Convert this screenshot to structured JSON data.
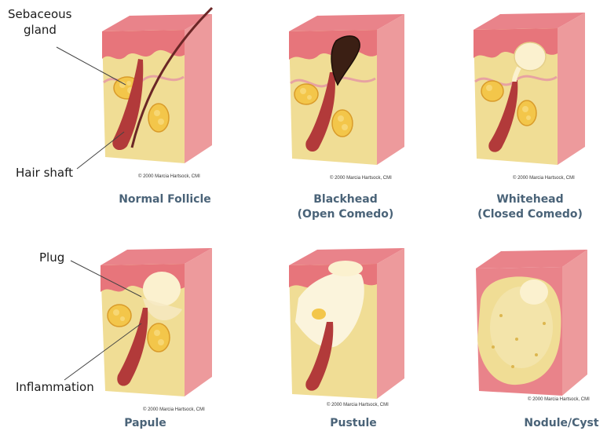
{
  "panels": [
    {
      "id": "normal-follicle",
      "caption_lines": [
        "Normal Follicle"
      ],
      "copyright": "© 2000  Marcia Hartsock, CMI"
    },
    {
      "id": "blackhead",
      "caption_lines": [
        "Blackhead",
        "(Open Comedo)"
      ],
      "copyright": "© 2000  Marcia Hartsock, CMI"
    },
    {
      "id": "whitehead",
      "caption_lines": [
        "Whitehead",
        "(Closed Comedo)"
      ],
      "copyright": "© 2000  Marcia Hartsock, CMI"
    },
    {
      "id": "papule",
      "caption_lines": [
        "Papule"
      ],
      "copyright": "© 2000  Marcia Hartsock, CMI"
    },
    {
      "id": "pustule",
      "caption_lines": [
        "Pustule"
      ],
      "copyright": "© 2000  Marcia Hartsock, CMI"
    },
    {
      "id": "nodule-cyst",
      "caption_lines": [
        "Nodule/Cyst"
      ],
      "copyright": "© 2000  Marcia Hartsock, CMI"
    }
  ],
  "labels": {
    "sebaceous_gland": [
      "Sebaceous",
      "gland"
    ],
    "hair_shaft": "Hair shaft",
    "plug": "Plug",
    "inflammation": "Inflammation"
  },
  "colors": {
    "skin_top": "#e9838a",
    "skin_front": "#f0dd95",
    "skin_side": "#ed9a9c",
    "epidermis": "#e7757b",
    "gland": "#f3c64a",
    "follicle": "#b23a3a",
    "blackhead_plug": "#3b1f14",
    "sebum_plug": "#fbf1cf",
    "caption_blue": "#4a6378"
  }
}
